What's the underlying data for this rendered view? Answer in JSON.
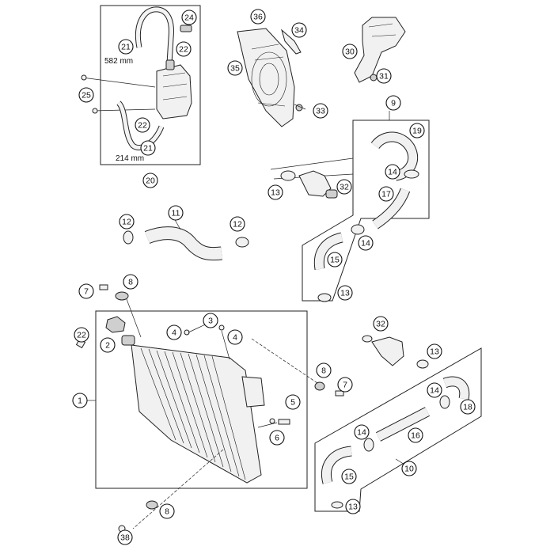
{
  "callouts": [
    {
      "id": "c1",
      "label": "1"
    },
    {
      "id": "c2",
      "label": "2"
    },
    {
      "id": "c3",
      "label": "3"
    },
    {
      "id": "c4a",
      "label": "4"
    },
    {
      "id": "c4b",
      "label": "4"
    },
    {
      "id": "c5",
      "label": "5"
    },
    {
      "id": "c6",
      "label": "6"
    },
    {
      "id": "c7a",
      "label": "7"
    },
    {
      "id": "c7b",
      "label": "7"
    },
    {
      "id": "c8a",
      "label": "8"
    },
    {
      "id": "c8b",
      "label": "8"
    },
    {
      "id": "c8c",
      "label": "8"
    },
    {
      "id": "c9",
      "label": "9"
    },
    {
      "id": "c10",
      "label": "10"
    },
    {
      "id": "c11",
      "label": "11"
    },
    {
      "id": "c12a",
      "label": "12"
    },
    {
      "id": "c12b",
      "label": "12"
    },
    {
      "id": "c13a",
      "label": "13"
    },
    {
      "id": "c13b",
      "label": "13"
    },
    {
      "id": "c13c",
      "label": "13"
    },
    {
      "id": "c13d",
      "label": "13"
    },
    {
      "id": "c14a",
      "label": "14"
    },
    {
      "id": "c14b",
      "label": "14"
    },
    {
      "id": "c14c",
      "label": "14"
    },
    {
      "id": "c14d",
      "label": "14"
    },
    {
      "id": "c15a",
      "label": "15"
    },
    {
      "id": "c15b",
      "label": "15"
    },
    {
      "id": "c16",
      "label": "16"
    },
    {
      "id": "c17",
      "label": "17"
    },
    {
      "id": "c18",
      "label": "18"
    },
    {
      "id": "c19",
      "label": "19"
    },
    {
      "id": "c20",
      "label": "20"
    },
    {
      "id": "c21a",
      "label": "21"
    },
    {
      "id": "c21b",
      "label": "21"
    },
    {
      "id": "c22a",
      "label": "22"
    },
    {
      "id": "c22b",
      "label": "22"
    },
    {
      "id": "c22c",
      "label": "22"
    },
    {
      "id": "c24",
      "label": "24"
    },
    {
      "id": "c25",
      "label": "25"
    },
    {
      "id": "c30",
      "label": "30"
    },
    {
      "id": "c31",
      "label": "31"
    },
    {
      "id": "c32a",
      "label": "32"
    },
    {
      "id": "c32b",
      "label": "32"
    },
    {
      "id": "c33",
      "label": "33"
    },
    {
      "id": "c34",
      "label": "34"
    },
    {
      "id": "c35",
      "label": "35"
    },
    {
      "id": "c36",
      "label": "36"
    },
    {
      "id": "c38",
      "label": "38"
    }
  ],
  "dimensions": {
    "upper_hose": "582 mm",
    "lower_hose": "214 mm"
  }
}
